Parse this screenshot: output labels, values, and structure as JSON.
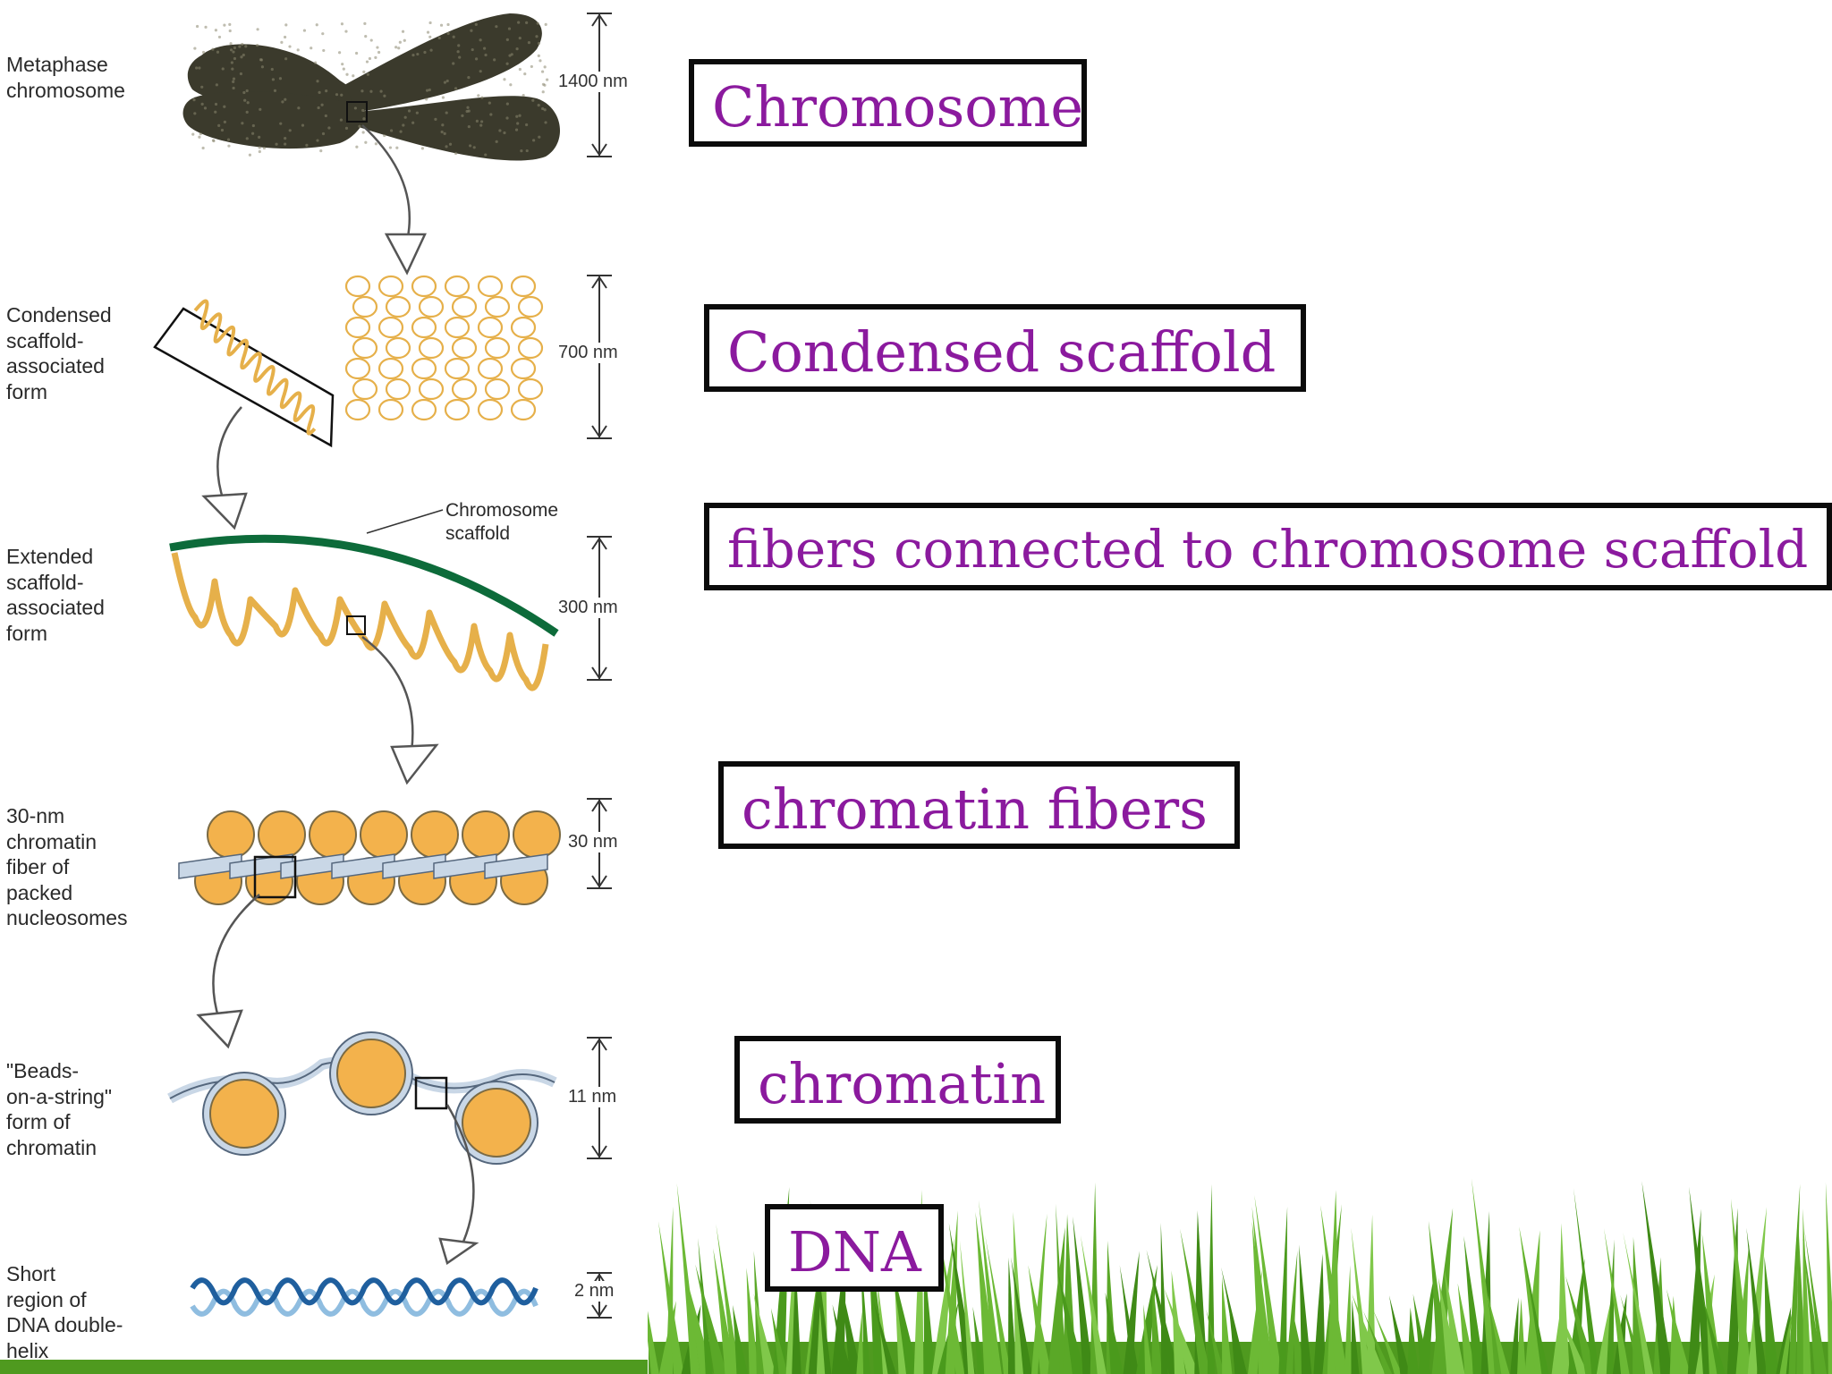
{
  "left_panel_labels": [
    "Metaphase chromosome",
    "Condensed scaffold- associated form",
    "Extended scaffold- associated form",
    "30-nm chromatin fiber of packed nucleosomes",
    "\"Beads- on-a-string\" form of chromatin",
    "Short region of DNA double- helix"
  ],
  "left_panel_lines": [
    [
      "Metaphase",
      "chromosome"
    ],
    [
      "Condensed",
      "scaffold-",
      "associated",
      "form"
    ],
    [
      "Extended",
      "scaffold-",
      "associated",
      "form"
    ],
    [
      "30-nm",
      "chromatin",
      "fiber of",
      "packed",
      "nucleosomes"
    ],
    [
      "\"Beads-",
      "on-a-string\"",
      "form of",
      "chromatin"
    ],
    [
      "Short",
      "region of",
      "DNA double-",
      "helix"
    ]
  ],
  "scaffold_callout": [
    "Chromosome",
    "scaffold"
  ],
  "scale_labels": [
    "1400 nm",
    "700 nm",
    "300 nm",
    "30 nm",
    "11 nm",
    "2 nm"
  ],
  "boxed_labels": [
    "Chromosome",
    "Condensed scaffold",
    "fibers connected to  chromosome scaffold",
    "chromatin fibers",
    "chromatin",
    "DNA"
  ],
  "colors": {
    "label_text": "#8b1a9e",
    "box_border": "#0b0b0b",
    "scaffold_green": "#0d6b3a",
    "fiber_gold": "#e6b04a",
    "nucleosome_orange": "#f3b24c",
    "dna_dark": "#1f5f9e",
    "dna_light": "#8fbde0",
    "grass_green": "#4f9a1f"
  }
}
